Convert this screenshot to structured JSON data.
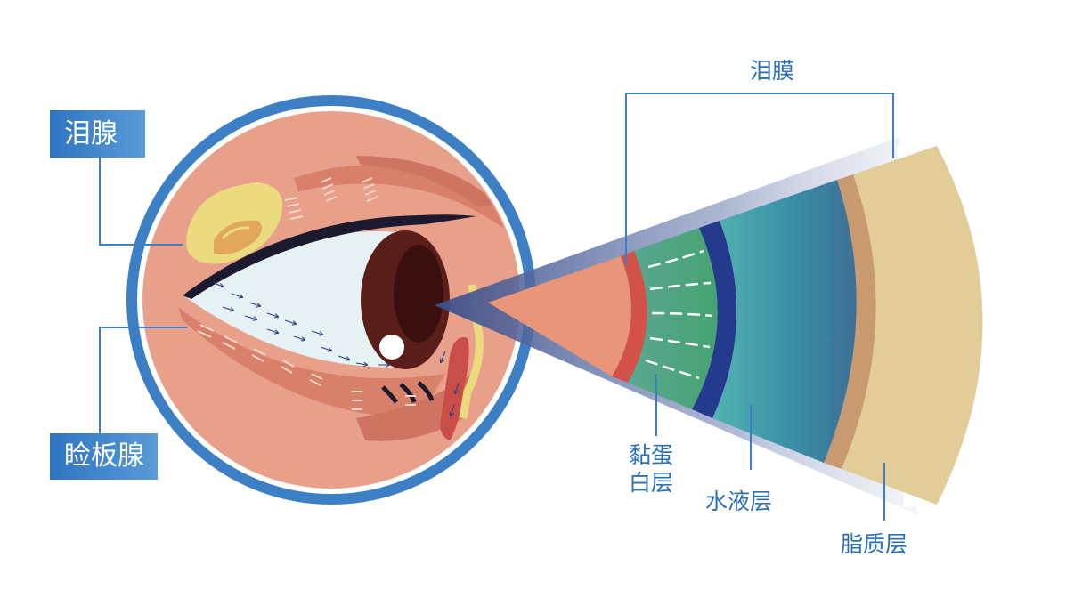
{
  "labels": {
    "tear_film": "泪膜",
    "lacrimal_gland": "泪腺",
    "meibomian_gland": "睑板腺",
    "mucin_layer": "黏蛋白层",
    "mucin_layer_line1": "黏蛋",
    "mucin_layer_line2": "白层",
    "aqueous_layer": "水液层",
    "lipid_layer": "脂质层"
  },
  "colors": {
    "accent_blue": "#2b6fb6",
    "ring_blue": "#3d7fc4",
    "skin": "#e8a08a",
    "sclera": "#e6f1f3",
    "iris": "#5a1f1a",
    "mucin_red": "#d2524a",
    "mucin_green": "#4a9f82",
    "aqueous_dark_blue": "#243a8c",
    "aqueous_teal": "#3d8fa5",
    "lipid_tan": "#c99a70",
    "lipid_cream": "#e2cc98",
    "gland_yellow": "#ebdb7e"
  }
}
